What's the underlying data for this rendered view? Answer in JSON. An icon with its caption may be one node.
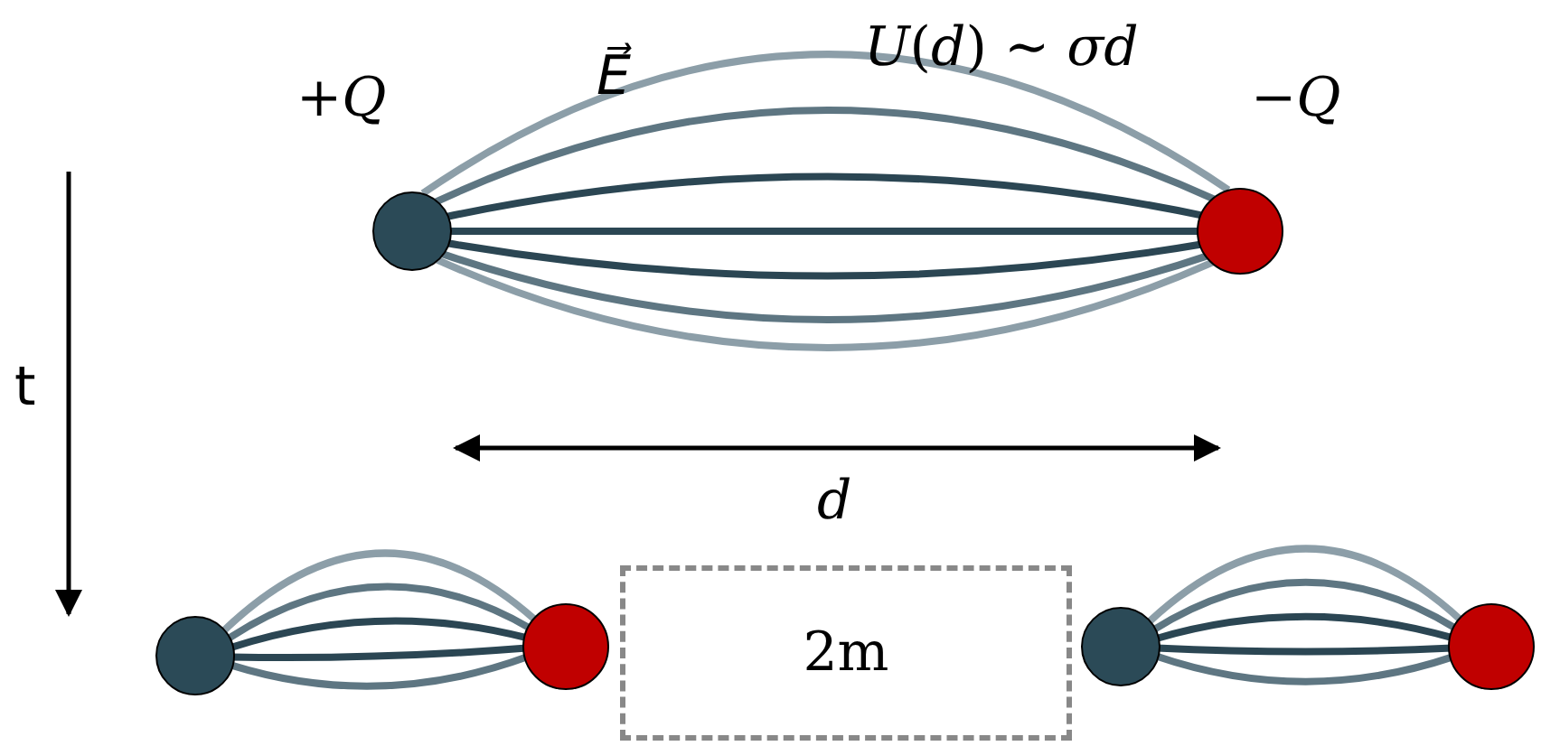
{
  "diagram": {
    "nodes": [
      {
        "text": [],
        "shape": "circle",
        "beside": [
          "+*Q*"
        ]
      },
      {
        "text": [],
        "shape": "circle",
        "beside": [
          "−*Q*"
        ]
      },
      {
        "text": [
          "2m"
        ]
      },
      {
        "text": [],
        "shape": "circle"
      },
      {
        "text": [],
        "shape": "circle"
      },
      {
        "text": [],
        "shape": "circle"
      },
      {
        "text": [],
        "shape": "circle"
      }
    ],
    "edges": [
      {
        "from": 0,
        "to": 1,
        "arrow": "none",
        "color": "#8c9ea8"
      },
      {
        "from": 0,
        "to": 1,
        "arrow": "none",
        "color": "#5e7682"
      },
      {
        "from": 0,
        "to": 1,
        "arrow": "none"
      },
      {
        "from": 0,
        "to": 1,
        "arrow": "none"
      },
      {
        "from": 0,
        "to": 1,
        "arrow": "none"
      },
      {
        "from": 0,
        "to": 1,
        "arrow": "none",
        "color": "#5e7682"
      },
      {
        "from": 0,
        "to": 1,
        "arrow": "none",
        "color": "#8c9ea8"
      },
      {
        "from": 3,
        "to": 4,
        "arrow": "none",
        "color": "#8c9ea8"
      },
      {
        "from": 3,
        "to": 4,
        "arrow": "none",
        "color": "#5e7682"
      },
      {
        "from": 3,
        "to": 4,
        "arrow": "none"
      },
      {
        "from": 3,
        "to": 4,
        "arrow": "none"
      },
      {
        "from": 3,
        "to": 4,
        "arrow": "none",
        "color": "#5e7682"
      },
      {
        "from": 5,
        "to": 6,
        "arrow": "none",
        "color": "#8c9ea8"
      },
      {
        "from": 5,
        "to": 6,
        "arrow": "none",
        "color": "#5e7682"
      },
      {
        "from": 5,
        "to": 6,
        "arrow": "none"
      },
      {
        "from": 5,
        "to": 6,
        "arrow": "none"
      },
      {
        "from": 5,
        "to": 6,
        "arrow": "none",
        "color": "#5e7682"
      }
    ],
    "labels": [
      "*U*(*d*) ∼ *σd*",
      "*E⃗*",
      "t",
      "*d*"
    ]
  }
}
